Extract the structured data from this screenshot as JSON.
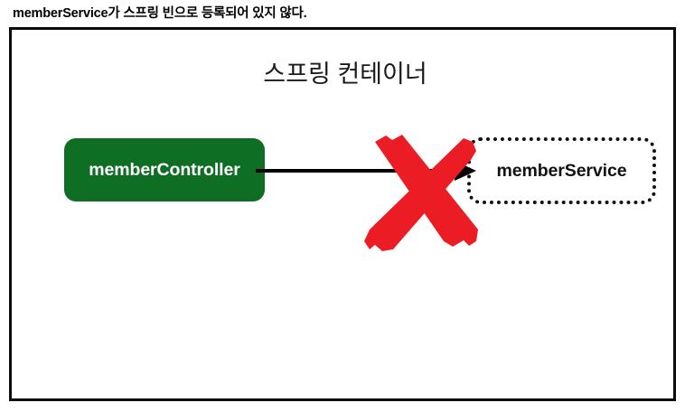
{
  "caption": {
    "text": "memberService가 스프링 빈으로 등록되어 있지 않다."
  },
  "diagram": {
    "container_title": "스프링 컨테이너",
    "nodes": [
      {
        "id": "member-controller",
        "label": "memberController",
        "style": "filled-green-rounded",
        "fill_color": "#0d6e24",
        "text_color": "#ffffff"
      },
      {
        "id": "member-service",
        "label": "memberService",
        "style": "dotted-outline-rounded",
        "fill_color": "#ffffff",
        "text_color": "#111111",
        "border_color": "#111111"
      }
    ],
    "edge": {
      "from": "member-controller",
      "to": "member-service",
      "color": "#000000",
      "arrowhead": "solid-triangle"
    },
    "annotation": {
      "kind": "red-x-mark",
      "color": "#ec1c24",
      "meaning": "connection blocked"
    },
    "frame": {
      "border_color": "#0b0b0b",
      "background": "#ffffff"
    }
  }
}
